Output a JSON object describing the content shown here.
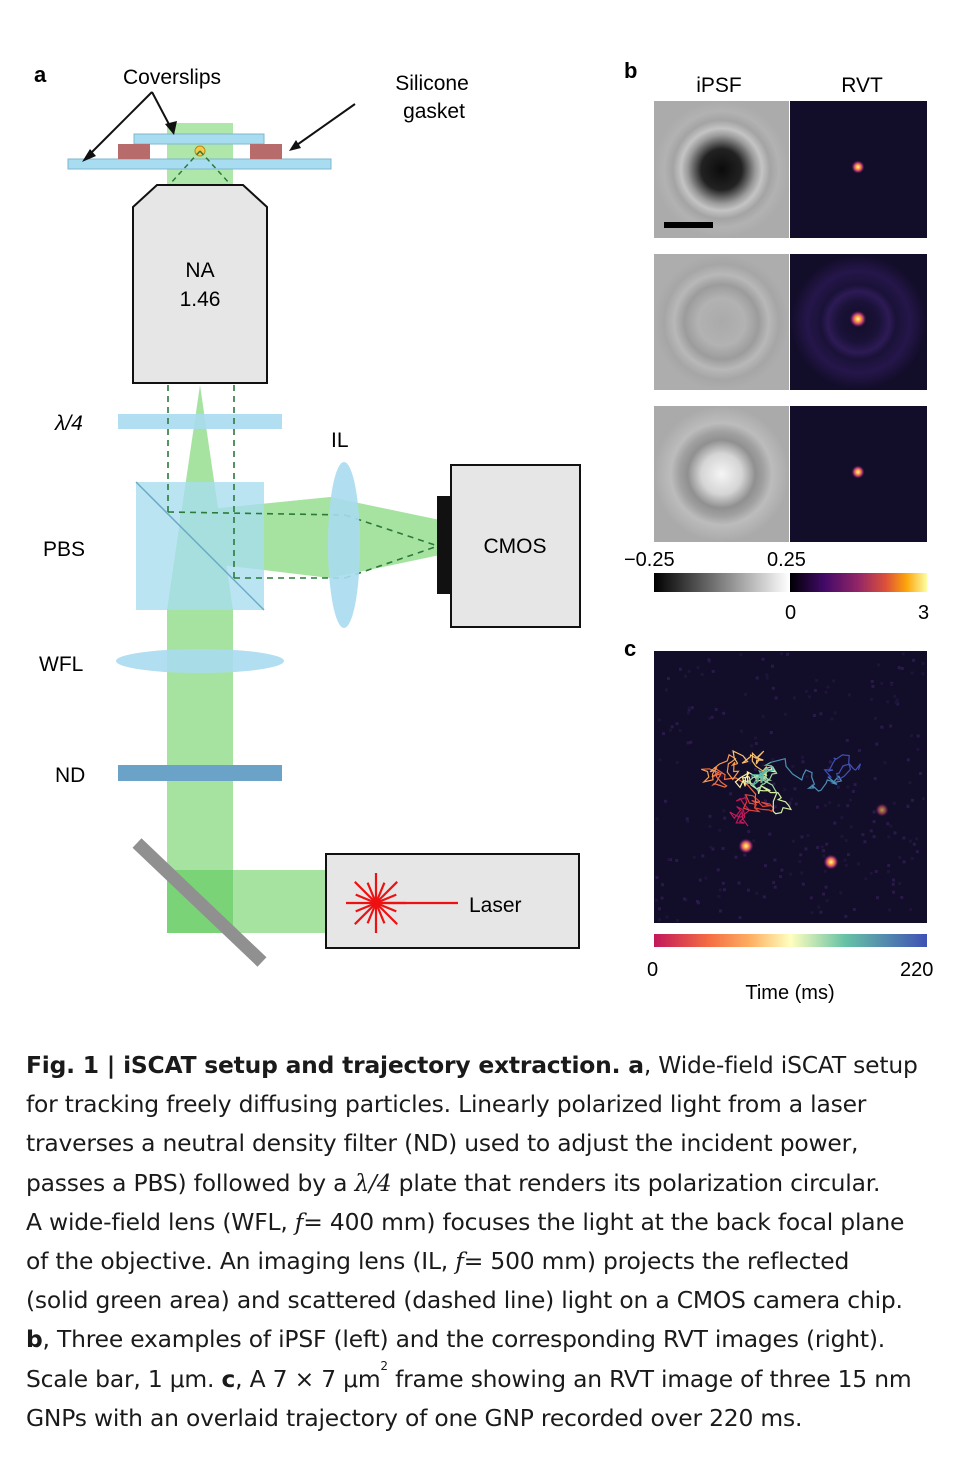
{
  "panel_a": {
    "letter": "a",
    "coverslips_label": "Coverslips",
    "gasket_label_1": "Silicone",
    "gasket_label_2": "gasket",
    "objective_label_1": "NA",
    "objective_label_2": "1.46",
    "qwp_label": "λ/4",
    "pbs_label": "PBS",
    "wfl_label": "WFL",
    "nd_label": "ND",
    "il_label": "IL",
    "camera_label": "CMOS",
    "laser_label": "Laser"
  },
  "panel_b": {
    "letter": "b",
    "col_ipsf": "iPSF",
    "col_rvt": "RVT",
    "ipsf_min": "−0.25",
    "ipsf_max": "0.25",
    "rvt_min": "0",
    "rvt_max": "3"
  },
  "panel_c": {
    "letter": "c",
    "time_min": "0",
    "time_max": "220",
    "time_label": "Time (ms)"
  },
  "colors": {
    "beam": "#a6e3a0",
    "optic": "#a8dcf0",
    "nd_filter": "#6aa3c7",
    "instrument": "#e6e6e6",
    "laser_star": "#ee1111",
    "gasket": "#b86b6b",
    "dark_bg": "#120d28"
  },
  "caption": {
    "l1_fig": "Fig. 1 | ",
    "l1_title": "iSCAT setup and trajectory extraction. ",
    "l1_a": "a",
    "l1_rest": ", Wide-field iSCAT setup",
    "l2": "for tracking freely diffusing particles. Linearly polarized light from a laser",
    "l3": "traverses a neutral density filter (ND) used to adjust the incident power,",
    "l4a": "passes a PBS) followed by a ",
    "l4_lambda": "λ/4",
    "l4b": " plate that renders its polarization circular.",
    "l5a": "A wide-field lens (WFL, ",
    "l5_f": "f",
    "l5b": "= 400 mm) focuses the light at the back focal plane",
    "l6a": "of the objective. An imaging lens (IL, ",
    "l6_f": "f",
    "l6b": "= 500 mm) projects the reflected",
    "l7": "(solid green area) and scattered (dashed line) light on a CMOS camera chip.",
    "l8_b": "b",
    "l8_rest": ", Three examples of iPSF (left) and the corresponding RVT images (right).",
    "l9a": "Scale bar, 1 μm. ",
    "l9_c": "c",
    "l9b": ", A 7 × 7 μm",
    "l9_sup": "2",
    "l9c": " frame showing an RVT image of three 15 nm",
    "l10": "GNPs with an overlaid trajectory of one GNP recorded over 220 ms."
  }
}
